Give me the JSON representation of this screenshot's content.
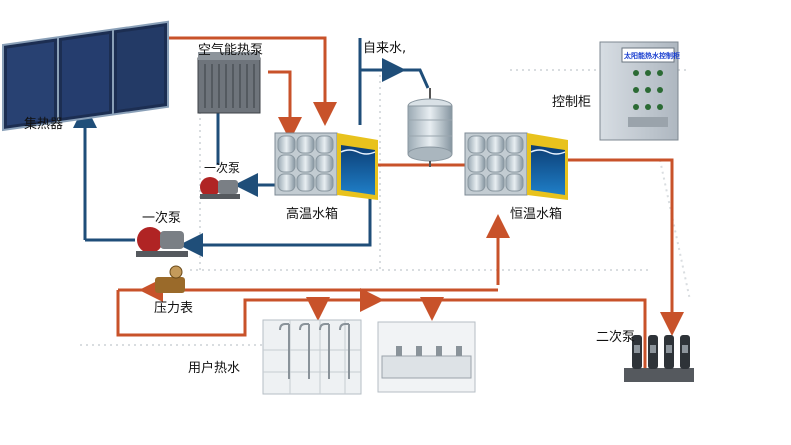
{
  "labels": {
    "collector": "集热器",
    "air_heat_pump": "空气能热泵",
    "tap_water": "自来水,",
    "control_cabinet": "控制柜",
    "primary_pump_small": "一次泵",
    "primary_pump_large": "一次泵",
    "high_temp_tank": "高温水箱",
    "constant_temp_tank": "恒温水箱",
    "pressure_gauge": "压力表",
    "secondary_pump": "二次泵",
    "user_hot_water": "用户热水"
  },
  "control_panel_title": "太阳能热水控制柜",
  "colors": {
    "hot_pipe": "#c8522a",
    "cold_pipe": "#1f4e79",
    "panel": "#1f3f7a",
    "tank_steel": "#b9c6cf",
    "water": "#1b6fb0"
  }
}
